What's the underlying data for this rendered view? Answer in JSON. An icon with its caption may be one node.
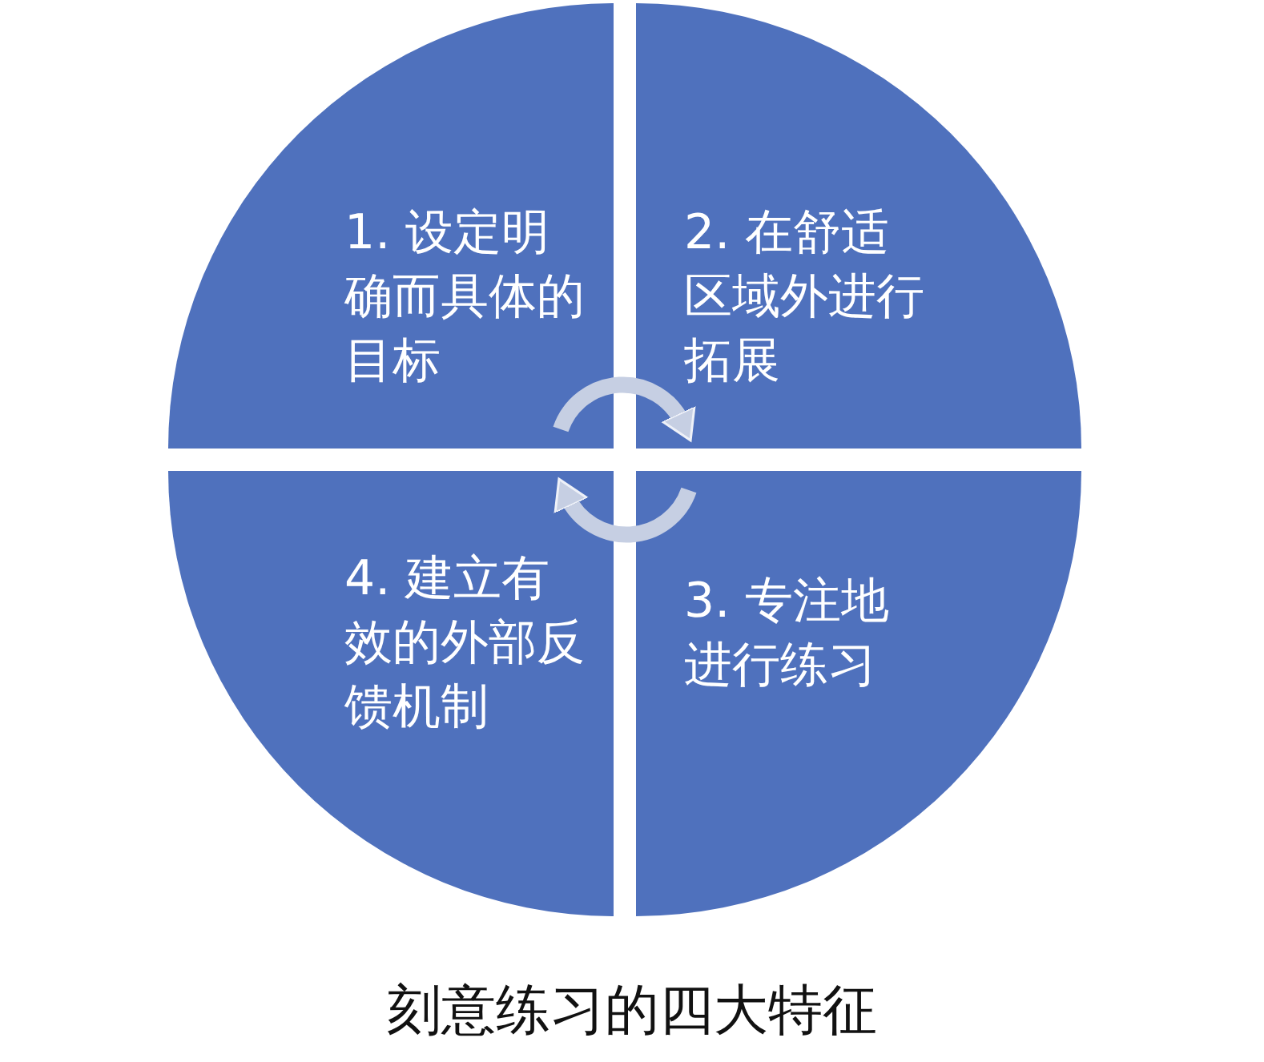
{
  "diagram": {
    "caption": "刻意练习的四大特征",
    "nodes": [
      {
        "text": [
          "1. 设定明确而具体的目标"
        ]
      },
      {
        "text": [
          "2. 在舒适区域外进行拓展"
        ]
      },
      {
        "text": [
          "4. 建立有效的外部反馈机制"
        ]
      },
      {
        "text": [
          "3. 专注地进行练习"
        ]
      }
    ],
    "edges": [
      {
        "from": 0,
        "to": 1,
        "arrow": "to"
      },
      {
        "from": 3,
        "to": 2,
        "arrow": "to"
      }
    ]
  }
}
